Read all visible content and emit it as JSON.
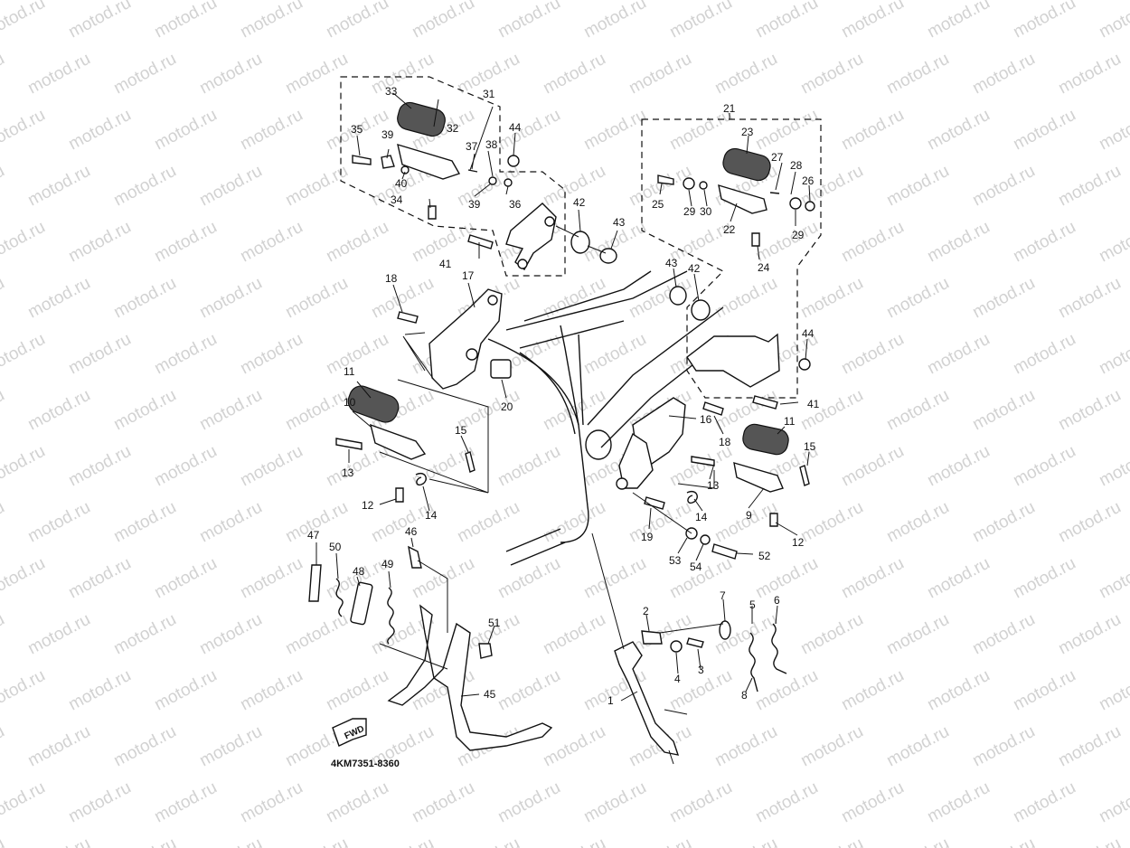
{
  "watermark": "motod.ru",
  "drawing_code": "4KM7351-8360",
  "fwd_label": "FWD",
  "callouts": [
    {
      "id": "c33",
      "text": "33"
    },
    {
      "id": "c31",
      "text": "31"
    },
    {
      "id": "c32",
      "text": "32"
    },
    {
      "id": "c35",
      "text": "35"
    },
    {
      "id": "c39a",
      "text": "39"
    },
    {
      "id": "c37",
      "text": "37"
    },
    {
      "id": "c38",
      "text": "38"
    },
    {
      "id": "c44a",
      "text": "44"
    },
    {
      "id": "c40",
      "text": "40"
    },
    {
      "id": "c39b",
      "text": "39"
    },
    {
      "id": "c36",
      "text": "36"
    },
    {
      "id": "c34",
      "text": "34"
    },
    {
      "id": "c42a",
      "text": "42"
    },
    {
      "id": "c43a",
      "text": "43"
    },
    {
      "id": "c41a",
      "text": "41"
    },
    {
      "id": "c21",
      "text": "21"
    },
    {
      "id": "c23",
      "text": "23"
    },
    {
      "id": "c27",
      "text": "27"
    },
    {
      "id": "c28",
      "text": "28"
    },
    {
      "id": "c26",
      "text": "26"
    },
    {
      "id": "c25",
      "text": "25"
    },
    {
      "id": "c29a",
      "text": "29"
    },
    {
      "id": "c30",
      "text": "30"
    },
    {
      "id": "c22",
      "text": "22"
    },
    {
      "id": "c29b",
      "text": "29"
    },
    {
      "id": "c24",
      "text": "24"
    },
    {
      "id": "c43b",
      "text": "43"
    },
    {
      "id": "c42b",
      "text": "42"
    },
    {
      "id": "c18a",
      "text": "18"
    },
    {
      "id": "c17",
      "text": "17"
    },
    {
      "id": "c44b",
      "text": "44"
    },
    {
      "id": "c41b",
      "text": "41"
    },
    {
      "id": "c20",
      "text": "20"
    },
    {
      "id": "c11a",
      "text": "11"
    },
    {
      "id": "c16",
      "text": "16"
    },
    {
      "id": "c10",
      "text": "10"
    },
    {
      "id": "c18b",
      "text": "18"
    },
    {
      "id": "c11b",
      "text": "11"
    },
    {
      "id": "c15a",
      "text": "15"
    },
    {
      "id": "c15b",
      "text": "15"
    },
    {
      "id": "c13a",
      "text": "13"
    },
    {
      "id": "c13b",
      "text": "13"
    },
    {
      "id": "c12a",
      "text": "12"
    },
    {
      "id": "c14a",
      "text": "14"
    },
    {
      "id": "c14b",
      "text": "14"
    },
    {
      "id": "c9",
      "text": "9"
    },
    {
      "id": "c12b",
      "text": "12"
    },
    {
      "id": "c19",
      "text": "19"
    },
    {
      "id": "c53",
      "text": "53"
    },
    {
      "id": "c54",
      "text": "54"
    },
    {
      "id": "c52",
      "text": "52"
    },
    {
      "id": "c47",
      "text": "47"
    },
    {
      "id": "c46",
      "text": "46"
    },
    {
      "id": "c50",
      "text": "50"
    },
    {
      "id": "c48",
      "text": "48"
    },
    {
      "id": "c49",
      "text": "49"
    },
    {
      "id": "c51",
      "text": "51"
    },
    {
      "id": "c45",
      "text": "45"
    },
    {
      "id": "c2",
      "text": "2"
    },
    {
      "id": "c7",
      "text": "7"
    },
    {
      "id": "c5",
      "text": "5"
    },
    {
      "id": "c6",
      "text": "6"
    },
    {
      "id": "c4",
      "text": "4"
    },
    {
      "id": "c3",
      "text": "3"
    },
    {
      "id": "c8",
      "text": "8"
    },
    {
      "id": "c1",
      "text": "1"
    }
  ]
}
